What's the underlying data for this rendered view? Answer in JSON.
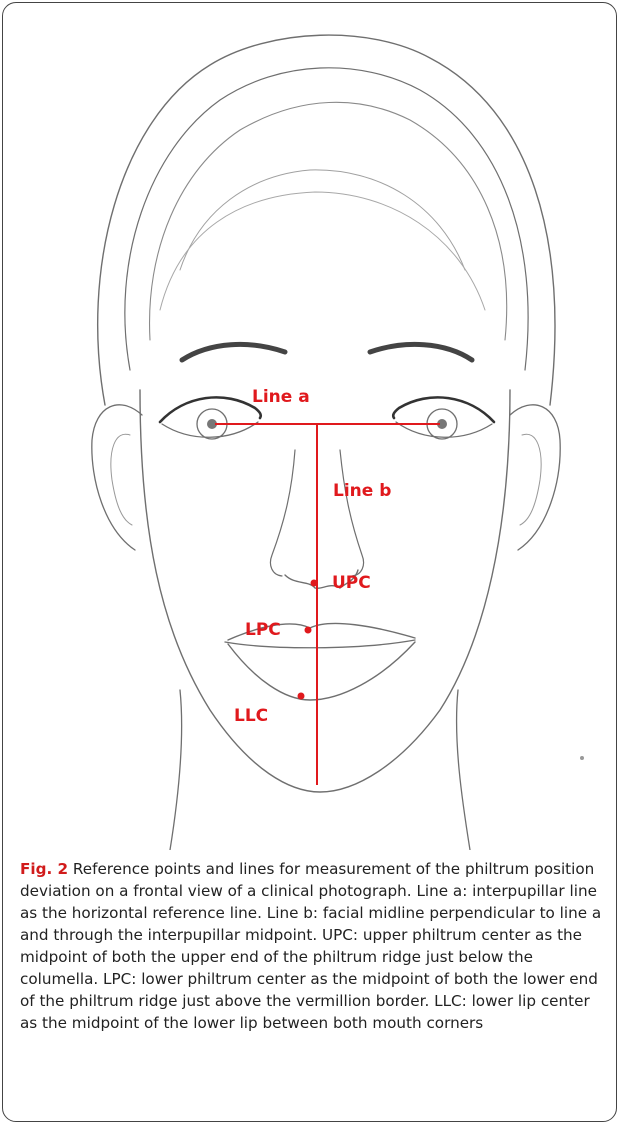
{
  "figure": {
    "labels": {
      "line_a": "Line a",
      "line_b": "Line b",
      "upc": "UPC",
      "lpc": "LPC",
      "llc": "LLC"
    },
    "accent_color": "#e0191d"
  },
  "caption": {
    "label": "Fig. 2",
    "text": "Reference points and lines for measurement of the philtrum position deviation on a frontal view of a clinical photograph. Line a: interpupillar line as the horizontal reference line. Line b: facial midline perpendicular to line a and through the interpupillar midpoint. UPC: upper philtrum center as the midpoint of both the upper end of the philtrum ridge just below the columella. LPC: lower philtrum center as the midpoint of both the lower end of the philtrum ridge just above the vermillion border. LLC: lower lip center as the midpoint of the lower lip between both mouth corners"
  }
}
